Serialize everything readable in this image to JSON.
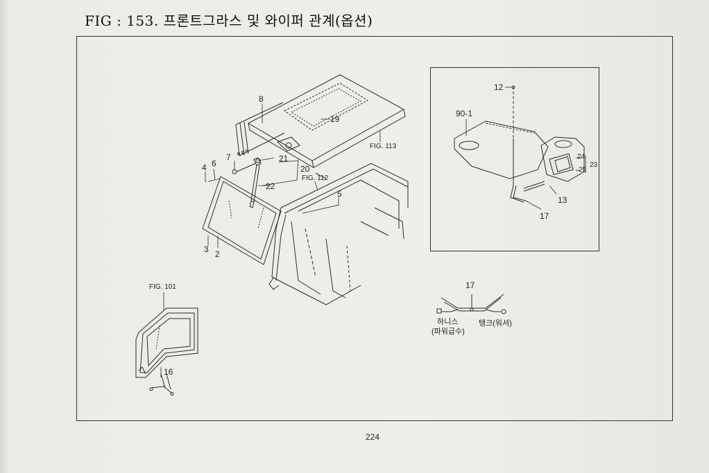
{
  "title": "FIG : 153. 프론트그라스 및 와이퍼 관계(옵션)",
  "page_number": "224",
  "callouts": {
    "c8": "8",
    "c19": "19",
    "fig113": "FIG. 113",
    "c7": "7",
    "c21": "21",
    "c20": "20",
    "c4": "4",
    "c6": "6",
    "fig112": "FIG. 112",
    "c22": "22",
    "c5": "5",
    "c3": "3",
    "c2": "2",
    "fig101": "FIG. 101",
    "c16": "16"
  },
  "inset_callouts": {
    "c12": "12",
    "c90_1": "90-1",
    "c24": "24",
    "c25": "25",
    "c23": "23",
    "c13": "13",
    "c17": "17"
  },
  "hose_diagram": {
    "part": "17",
    "left_label_1": "하니스",
    "left_label_2": "(파워급수)",
    "right_label": "탱크(워셔)"
  }
}
